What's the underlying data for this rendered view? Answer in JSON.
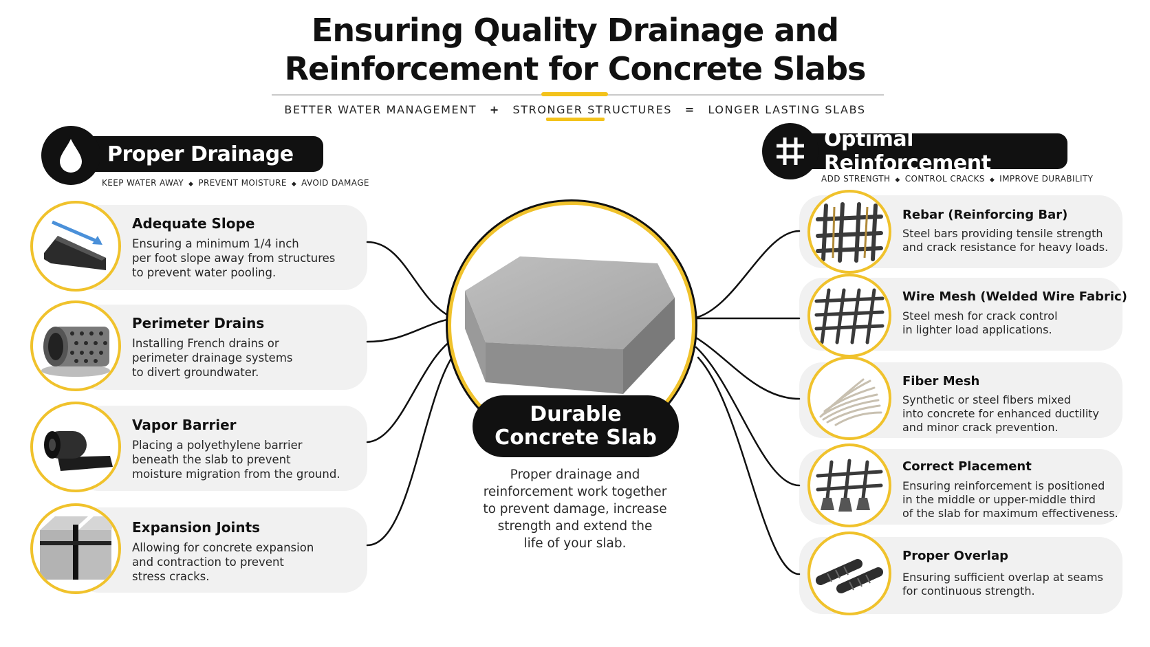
{
  "title": {
    "line1": "Ensuring Quality Drainage and",
    "line2": "Reinforcement for Concrete Slabs"
  },
  "equation": {
    "term1": "BETTER WATER MANAGEMENT",
    "op1": "+",
    "term2": "STRONGER STRUCTURES",
    "op2": "=",
    "term3": "LONGER LASTING SLABS"
  },
  "drainage": {
    "heading": "Proper Drainage",
    "icon": "water-drop-icon",
    "tags": [
      "KEEP WATER AWAY",
      "PREVENT MOISTURE",
      "AVOID DAMAGE"
    ],
    "items": [
      {
        "title": "Adequate Slope",
        "desc": "Ensuring a minimum 1/4 inch\nper foot slope away from structures\nto prevent water pooling.",
        "icon": "slope-ramp-icon"
      },
      {
        "title": "Perimeter Drains",
        "desc": "Installing French drains or\nperimeter drainage systems\nto divert groundwater.",
        "icon": "perforated-pipe-icon"
      },
      {
        "title": "Vapor Barrier",
        "desc": "Placing a polyethylene barrier\nbeneath the slab to prevent\nmoisture migration from the ground.",
        "icon": "membrane-roll-icon"
      },
      {
        "title": "Expansion Joints",
        "desc": "Allowing for concrete expansion\nand contraction to prevent\nstress cracks.",
        "icon": "joint-blocks-icon"
      }
    ]
  },
  "reinforcement": {
    "heading": "Optimal Reinforcement",
    "icon": "grid-mesh-icon",
    "tags": [
      "ADD STRENGTH",
      "CONTROL CRACKS",
      "IMPROVE DURABILITY"
    ],
    "items": [
      {
        "title": "Rebar (Reinforcing Bar)",
        "desc": "Steel bars providing tensile strength\nand crack resistance for heavy loads.",
        "icon": "rebar-cage-icon"
      },
      {
        "title": "Wire Mesh (Welded Wire Fabric)",
        "desc": "Steel mesh for crack control\nin lighter load applications.",
        "icon": "wire-mesh-icon"
      },
      {
        "title": "Fiber Mesh",
        "desc": "Synthetic or steel fibers mixed\ninto concrete for enhanced ductility\nand minor crack prevention.",
        "icon": "fiber-bundle-icon"
      },
      {
        "title": "Correct Placement",
        "desc": "Ensuring reinforcement is positioned\nin the middle or upper-middle third\nof the slab for maximum effectiveness.",
        "icon": "rebar-chairs-icon"
      },
      {
        "title": "Proper Overlap",
        "desc": "Ensuring sufficient overlap at seams\nfor continuous strength.",
        "icon": "overlapping-bars-icon"
      }
    ]
  },
  "hub": {
    "label": "Durable\nConcrete Slab",
    "icon": "concrete-slab-icon",
    "desc": "Proper drainage and\nreinforcement work together\nto prevent damage, increase\nstrength and extend the\nlife of your slab."
  },
  "colors": {
    "accent": "#f0c22c",
    "dark": "#111111",
    "card": "#f1f1f1"
  }
}
